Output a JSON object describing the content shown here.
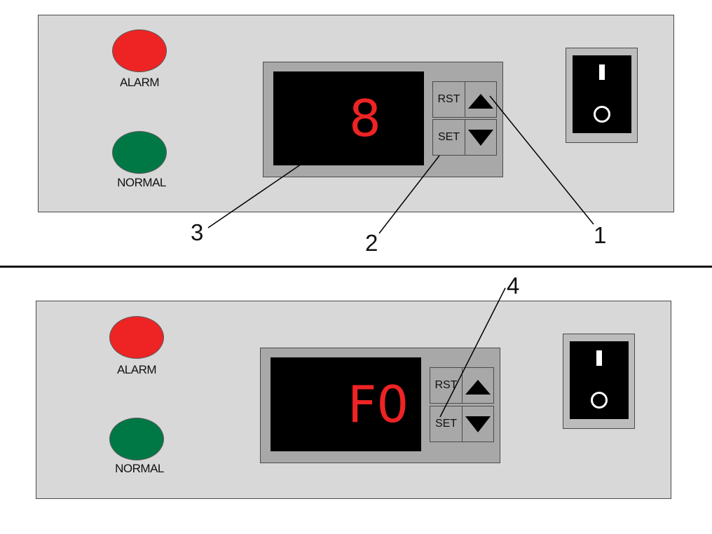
{
  "colors": {
    "alarm_led": "#ee2324",
    "normal_led": "#007845",
    "readout": "#ee2324",
    "panel": "#d8d8d8",
    "controller": "#a8a8a8"
  },
  "top_panel": {
    "alarm_label": "ALARM",
    "normal_label": "NORMAL",
    "display_value": "8",
    "rst_label": "RST",
    "set_label": "SET",
    "up_icon": "triangle-up-icon",
    "down_icon": "triangle-down-icon",
    "switch_on_symbol": "I",
    "switch_off_symbol": "O"
  },
  "bottom_panel": {
    "alarm_label": "ALARM",
    "normal_label": "NORMAL",
    "display_value": "F0",
    "rst_label": "RST",
    "set_label": "SET",
    "up_icon": "triangle-up-icon",
    "down_icon": "triangle-down-icon",
    "switch_on_symbol": "I",
    "switch_off_symbol": "O"
  },
  "callouts": [
    "1",
    "2",
    "3",
    "4"
  ]
}
